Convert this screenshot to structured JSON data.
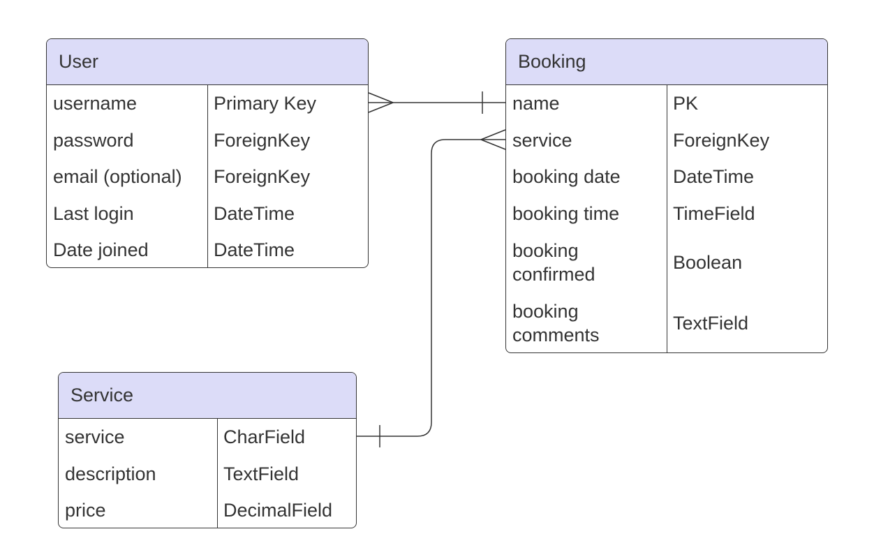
{
  "entities": {
    "user": {
      "title": "User",
      "rows": [
        {
          "field": "username",
          "type": "Primary Key"
        },
        {
          "field": "password",
          "type": "ForeignKey"
        },
        {
          "field": "email (optional)",
          "type": "ForeignKey"
        },
        {
          "field": "Last login",
          "type": "DateTime"
        },
        {
          "field": "Date joined",
          "type": "DateTime"
        }
      ]
    },
    "booking": {
      "title": "Booking",
      "rows": [
        {
          "field": "name",
          "type": "PK"
        },
        {
          "field": "service",
          "type": "ForeignKey"
        },
        {
          "field": "booking date",
          "type": "DateTime"
        },
        {
          "field": "booking time",
          "type": "TimeField"
        },
        {
          "field": "booking confirmed",
          "type": "Boolean"
        },
        {
          "field": "booking comments",
          "type": "TextField"
        }
      ]
    },
    "service": {
      "title": "Service",
      "rows": [
        {
          "field": "service",
          "type": "CharField"
        },
        {
          "field": "description",
          "type": "TextField"
        },
        {
          "field": "price",
          "type": "DecimalField"
        }
      ]
    }
  },
  "relationships": [
    {
      "from": "User.username",
      "from_end": "many",
      "to": "Booking.name",
      "to_end": "one"
    },
    {
      "from": "Service.service",
      "from_end": "one",
      "to": "Booking.service",
      "to_end": "many"
    }
  ],
  "colors": {
    "header_fill": "#dcdcf8",
    "line": "#333333",
    "text": "#333333"
  }
}
